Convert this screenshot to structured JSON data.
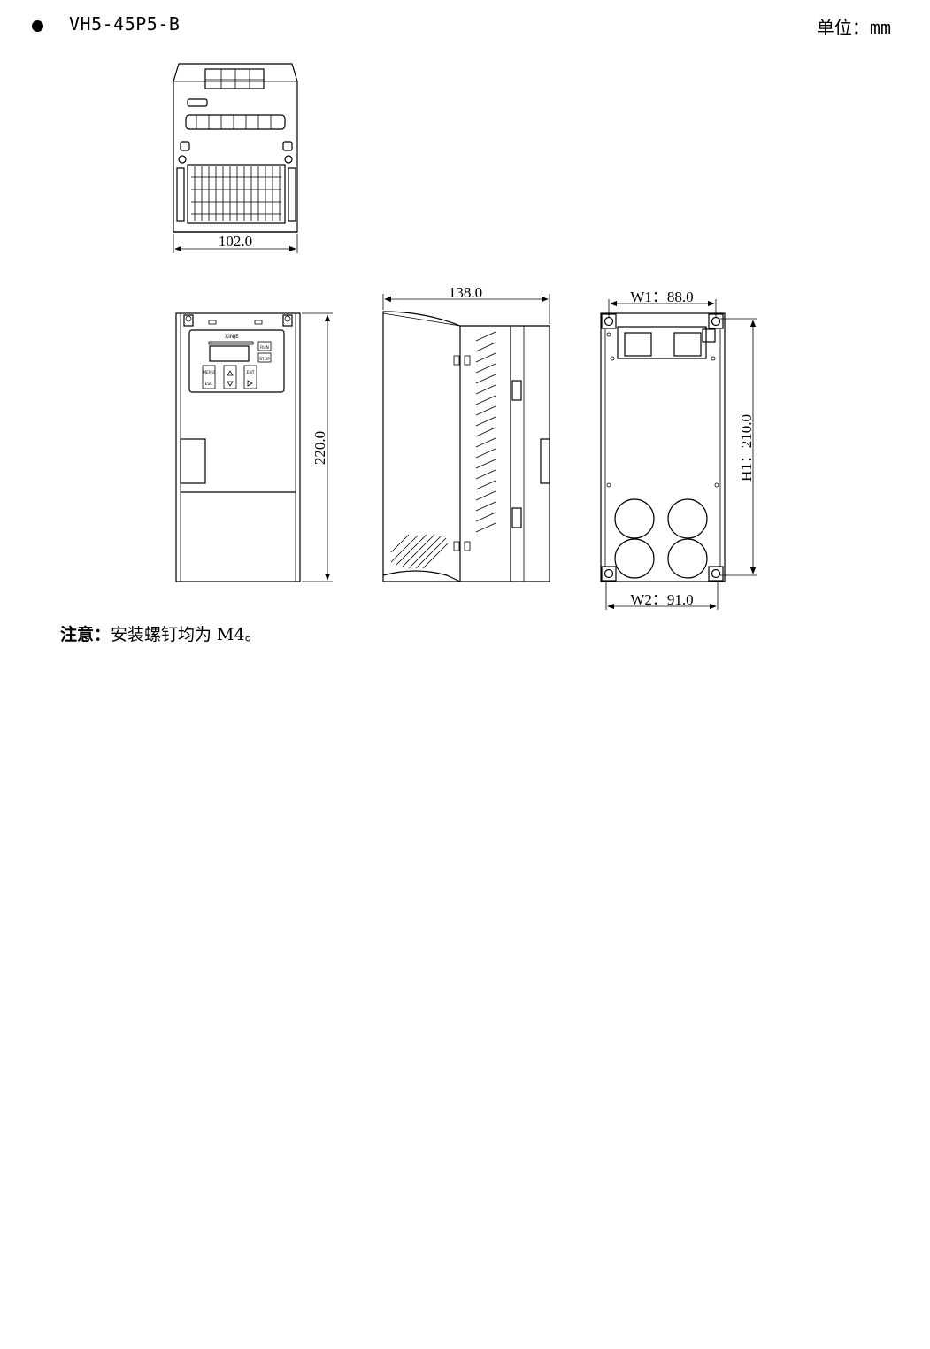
{
  "header": {
    "model": "VH5-45P5-B",
    "unit": "单位：mm"
  },
  "drawing": {
    "top_view_width": "102.0",
    "depth": "138.0",
    "height": "220.0",
    "w1": "W1：88.0",
    "w2": "W2：91.0",
    "h1": "H1：210.0",
    "keypad_brand": "XINJE",
    "keypad_keys": [
      "RUN",
      "STOP",
      "MENU",
      "ESC",
      "ENT"
    ]
  },
  "note": {
    "label": "注意：",
    "text": "安装螺钉均为 M4。"
  }
}
